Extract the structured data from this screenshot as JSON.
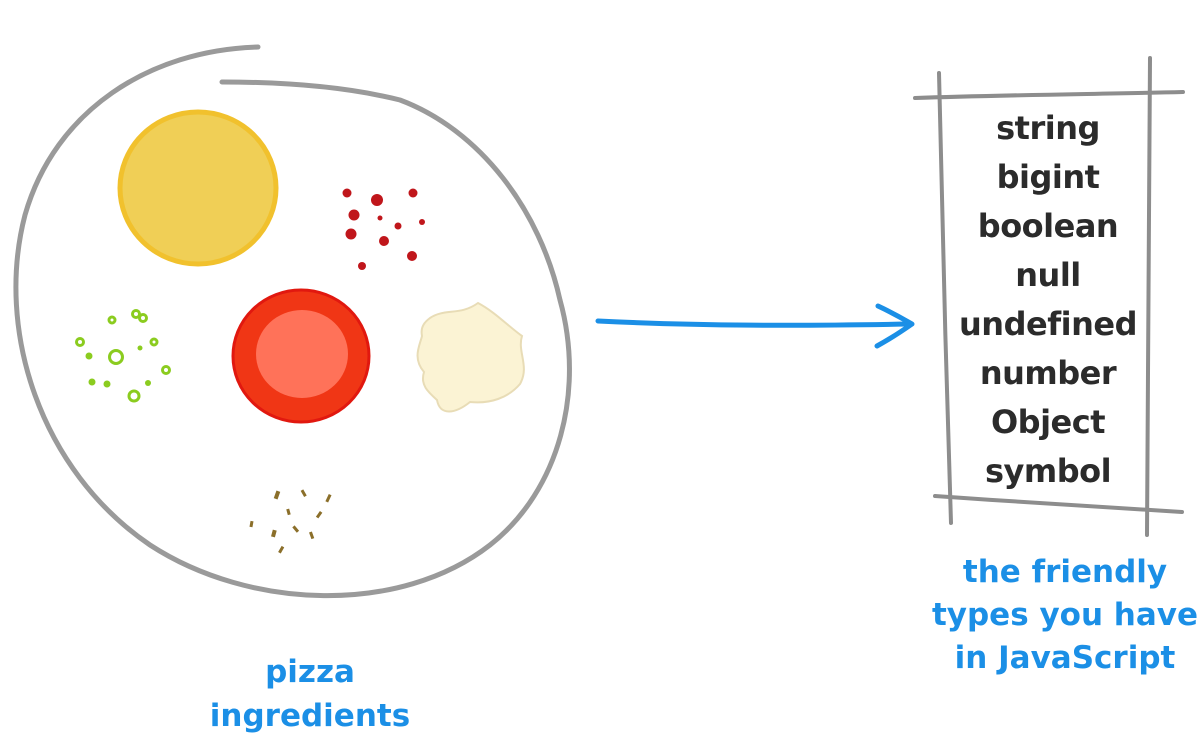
{
  "plate_caption": "pizza ingredients",
  "types_caption": [
    "the friendly",
    "types you have",
    "in JavaScript"
  ],
  "types": [
    "string",
    "bigint",
    "boolean",
    "null",
    "undefined",
    "number",
    "Object",
    "symbol"
  ],
  "colors": {
    "outline": "#9a9a9a",
    "accent_blue": "#1b8fe6",
    "cheese": "#f0cf56",
    "cheese_edge": "#f1c12d",
    "chili": "#c0161b",
    "scallion": "#8bcc1f",
    "tomato": "#f03615",
    "tomato_inner": "#ff7259",
    "dough": "#fbf3d4",
    "oregano": "#8b6f2a",
    "text_dark": "#2b2b2b"
  },
  "icons": [
    "cheese-ball",
    "chili-flakes",
    "scallion-bits",
    "tomato-slice",
    "dough-blob",
    "oregano-flakes",
    "arrow-right-icon"
  ]
}
